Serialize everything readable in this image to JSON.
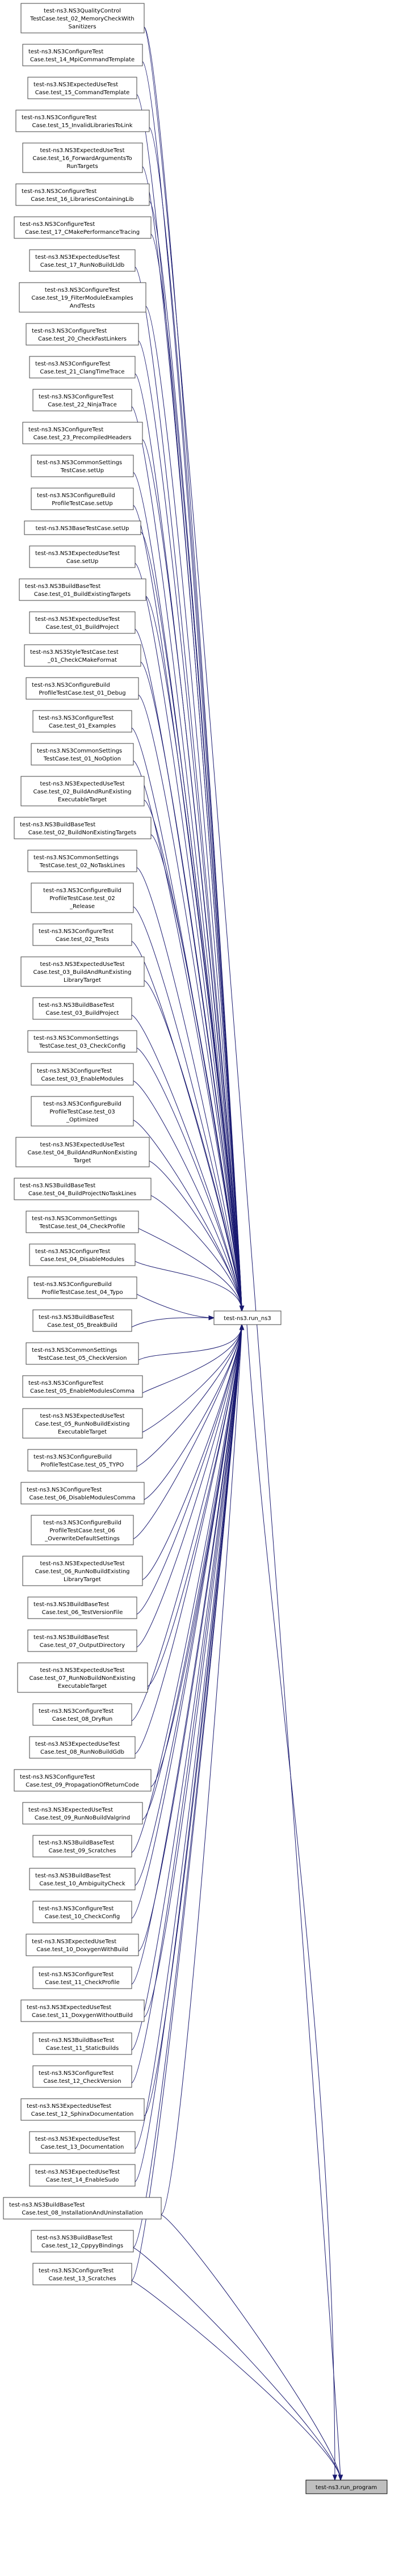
{
  "graph": {
    "edge_color": "#191970",
    "highlight_fill": "#bfbfbf",
    "hub": {
      "id": "run_ns3",
      "label": "test-ns3.run_ns3"
    },
    "target": {
      "id": "run_program",
      "label": "test-ns3.run_program"
    },
    "callers": [
      {
        "lines": [
          "test-ns3.NS3QualityControl",
          "TestCase.test_02_MemoryCheckWith",
          "Sanitizers"
        ],
        "calls": [
          "run_ns3",
          "run_program"
        ]
      },
      {
        "lines": [
          "test-ns3.NS3ConfigureTest",
          "Case.test_14_MpiCommandTemplate"
        ],
        "calls": [
          "run_ns3"
        ]
      },
      {
        "lines": [
          "test-ns3.NS3ExpectedUseTest",
          "Case.test_15_CommandTemplate"
        ],
        "calls": [
          "run_ns3"
        ]
      },
      {
        "lines": [
          "test-ns3.NS3ConfigureTest",
          "Case.test_15_InvalidLibrariesToLink"
        ],
        "calls": [
          "run_ns3"
        ]
      },
      {
        "lines": [
          "test-ns3.NS3ExpectedUseTest",
          "Case.test_16_ForwardArgumentsTo",
          "RunTargets"
        ],
        "calls": [
          "run_ns3"
        ]
      },
      {
        "lines": [
          "test-ns3.NS3ConfigureTest",
          "Case.test_16_LibrariesContainingLib"
        ],
        "calls": [
          "run_ns3"
        ]
      },
      {
        "lines": [
          "test-ns3.NS3ConfigureTest",
          "Case.test_17_CMakePerformanceTracing"
        ],
        "calls": [
          "run_ns3"
        ]
      },
      {
        "lines": [
          "test-ns3.NS3ExpectedUseTest",
          "Case.test_17_RunNoBuildLldb"
        ],
        "calls": [
          "run_ns3"
        ]
      },
      {
        "lines": [
          "test-ns3.NS3ConfigureTest",
          "Case.test_19_FilterModuleExamples",
          "AndTests"
        ],
        "calls": [
          "run_ns3"
        ]
      },
      {
        "lines": [
          "test-ns3.NS3ConfigureTest",
          "Case.test_20_CheckFastLinkers"
        ],
        "calls": [
          "run_ns3"
        ]
      },
      {
        "lines": [
          "test-ns3.NS3ConfigureTest",
          "Case.test_21_ClangTimeTrace"
        ],
        "calls": [
          "run_ns3"
        ]
      },
      {
        "lines": [
          "test-ns3.NS3ConfigureTest",
          "Case.test_22_NinjaTrace"
        ],
        "calls": [
          "run_ns3"
        ]
      },
      {
        "lines": [
          "test-ns3.NS3ConfigureTest",
          "Case.test_23_PrecompiledHeaders"
        ],
        "calls": [
          "run_ns3"
        ]
      },
      {
        "lines": [
          "test-ns3.NS3CommonSettings",
          "TestCase.setUp"
        ],
        "calls": [
          "run_ns3"
        ]
      },
      {
        "lines": [
          "test-ns3.NS3ConfigureBuild",
          "ProfileTestCase.setUp"
        ],
        "calls": [
          "run_ns3"
        ]
      },
      {
        "lines": [
          "test-ns3.NS3BaseTestCase.setUp"
        ],
        "calls": [
          "run_ns3"
        ]
      },
      {
        "lines": [
          "test-ns3.NS3ExpectedUseTest",
          "Case.setUp"
        ],
        "calls": [
          "run_ns3"
        ]
      },
      {
        "lines": [
          "test-ns3.NS3BuildBaseTest",
          "Case.test_01_BuildExistingTargets"
        ],
        "calls": [
          "run_ns3"
        ]
      },
      {
        "lines": [
          "test-ns3.NS3ExpectedUseTest",
          "Case.test_01_BuildProject"
        ],
        "calls": [
          "run_ns3"
        ]
      },
      {
        "lines": [
          "test-ns3.NS3StyleTestCase.test",
          "_01_CheckCMakeFormat"
        ],
        "calls": [
          "run_ns3"
        ]
      },
      {
        "lines": [
          "test-ns3.NS3ConfigureBuild",
          "ProfileTestCase.test_01_Debug"
        ],
        "calls": [
          "run_ns3"
        ]
      },
      {
        "lines": [
          "test-ns3.NS3ConfigureTest",
          "Case.test_01_Examples"
        ],
        "calls": [
          "run_ns3"
        ]
      },
      {
        "lines": [
          "test-ns3.NS3CommonSettings",
          "TestCase.test_01_NoOption"
        ],
        "calls": [
          "run_ns3"
        ]
      },
      {
        "lines": [
          "test-ns3.NS3ExpectedUseTest",
          "Case.test_02_BuildAndRunExisting",
          "ExecutableTarget"
        ],
        "calls": [
          "run_ns3"
        ]
      },
      {
        "lines": [
          "test-ns3.NS3BuildBaseTest",
          "Case.test_02_BuildNonExistingTargets"
        ],
        "calls": [
          "run_ns3"
        ]
      },
      {
        "lines": [
          "test-ns3.NS3CommonSettings",
          "TestCase.test_02_NoTaskLines"
        ],
        "calls": [
          "run_ns3"
        ]
      },
      {
        "lines": [
          "test-ns3.NS3ConfigureBuild",
          "ProfileTestCase.test_02",
          "_Release"
        ],
        "calls": [
          "run_ns3"
        ]
      },
      {
        "lines": [
          "test-ns3.NS3ConfigureTest",
          "Case.test_02_Tests"
        ],
        "calls": [
          "run_ns3"
        ]
      },
      {
        "lines": [
          "test-ns3.NS3ExpectedUseTest",
          "Case.test_03_BuildAndRunExisting",
          "LibraryTarget"
        ],
        "calls": [
          "run_ns3"
        ]
      },
      {
        "lines": [
          "test-ns3.NS3BuildBaseTest",
          "Case.test_03_BuildProject"
        ],
        "calls": [
          "run_ns3"
        ]
      },
      {
        "lines": [
          "test-ns3.NS3CommonSettings",
          "TestCase.test_03_CheckConfig"
        ],
        "calls": [
          "run_ns3"
        ]
      },
      {
        "lines": [
          "test-ns3.NS3ConfigureTest",
          "Case.test_03_EnableModules"
        ],
        "calls": [
          "run_ns3"
        ]
      },
      {
        "lines": [
          "test-ns3.NS3ConfigureBuild",
          "ProfileTestCase.test_03",
          "_Optimized"
        ],
        "calls": [
          "run_ns3"
        ]
      },
      {
        "lines": [
          "test-ns3.NS3ExpectedUseTest",
          "Case.test_04_BuildAndRunNonExisting",
          "Target"
        ],
        "calls": [
          "run_ns3"
        ]
      },
      {
        "lines": [
          "test-ns3.NS3BuildBaseTest",
          "Case.test_04_BuildProjectNoTaskLines"
        ],
        "calls": [
          "run_ns3"
        ]
      },
      {
        "lines": [
          "test-ns3.NS3CommonSettings",
          "TestCase.test_04_CheckProfile"
        ],
        "calls": [
          "run_ns3"
        ]
      },
      {
        "lines": [
          "test-ns3.NS3ConfigureTest",
          "Case.test_04_DisableModules"
        ],
        "calls": [
          "run_ns3"
        ]
      },
      {
        "lines": [
          "test-ns3.NS3ConfigureBuild",
          "ProfileTestCase.test_04_Typo"
        ],
        "calls": [
          "run_ns3"
        ]
      },
      {
        "lines": [
          "test-ns3.NS3BuildBaseTest",
          "Case.test_05_BreakBuild"
        ],
        "calls": [
          "run_ns3"
        ]
      },
      {
        "lines": [
          "test-ns3.NS3CommonSettings",
          "TestCase.test_05_CheckVersion"
        ],
        "calls": [
          "run_ns3"
        ]
      },
      {
        "lines": [
          "test-ns3.NS3ConfigureTest",
          "Case.test_05_EnableModulesComma"
        ],
        "calls": [
          "run_ns3"
        ]
      },
      {
        "lines": [
          "test-ns3.NS3ExpectedUseTest",
          "Case.test_05_RunNoBuildExisting",
          "ExecutableTarget"
        ],
        "calls": [
          "run_ns3"
        ]
      },
      {
        "lines": [
          "test-ns3.NS3ConfigureBuild",
          "ProfileTestCase.test_05_TYPO"
        ],
        "calls": [
          "run_ns3"
        ]
      },
      {
        "lines": [
          "test-ns3.NS3ConfigureTest",
          "Case.test_06_DisableModulesComma"
        ],
        "calls": [
          "run_ns3"
        ]
      },
      {
        "lines": [
          "test-ns3.NS3ConfigureBuild",
          "ProfileTestCase.test_06",
          "_OverwriteDefaultSettings"
        ],
        "calls": [
          "run_ns3"
        ]
      },
      {
        "lines": [
          "test-ns3.NS3ExpectedUseTest",
          "Case.test_06_RunNoBuildExisting",
          "LibraryTarget"
        ],
        "calls": [
          "run_ns3"
        ]
      },
      {
        "lines": [
          "test-ns3.NS3BuildBaseTest",
          "Case.test_06_TestVersionFile"
        ],
        "calls": [
          "run_ns3"
        ]
      },
      {
        "lines": [
          "test-ns3.NS3BuildBaseTest",
          "Case.test_07_OutputDirectory"
        ],
        "calls": [
          "run_ns3"
        ]
      },
      {
        "lines": [
          "test-ns3.NS3ExpectedUseTest",
          "Case.test_07_RunNoBuildNonExisting",
          "ExecutableTarget"
        ],
        "calls": [
          "run_ns3"
        ]
      },
      {
        "lines": [
          "test-ns3.NS3ConfigureTest",
          "Case.test_08_DryRun"
        ],
        "calls": [
          "run_ns3"
        ]
      },
      {
        "lines": [
          "test-ns3.NS3ExpectedUseTest",
          "Case.test_08_RunNoBuildGdb"
        ],
        "calls": [
          "run_ns3"
        ]
      },
      {
        "lines": [
          "test-ns3.NS3ConfigureTest",
          "Case.test_09_PropagationOfReturnCode"
        ],
        "calls": [
          "run_ns3"
        ]
      },
      {
        "lines": [
          "test-ns3.NS3ExpectedUseTest",
          "Case.test_09_RunNoBuildValgrind"
        ],
        "calls": [
          "run_ns3"
        ]
      },
      {
        "lines": [
          "test-ns3.NS3BuildBaseTest",
          "Case.test_09_Scratches"
        ],
        "calls": [
          "run_ns3"
        ]
      },
      {
        "lines": [
          "test-ns3.NS3BuildBaseTest",
          "Case.test_10_AmbiguityCheck"
        ],
        "calls": [
          "run_ns3"
        ]
      },
      {
        "lines": [
          "test-ns3.NS3ConfigureTest",
          "Case.test_10_CheckConfig"
        ],
        "calls": [
          "run_ns3"
        ]
      },
      {
        "lines": [
          "test-ns3.NS3ExpectedUseTest",
          "Case.test_10_DoxygenWithBuild"
        ],
        "calls": [
          "run_ns3"
        ]
      },
      {
        "lines": [
          "test-ns3.NS3ConfigureTest",
          "Case.test_11_CheckProfile"
        ],
        "calls": [
          "run_ns3"
        ]
      },
      {
        "lines": [
          "test-ns3.NS3ExpectedUseTest",
          "Case.test_11_DoxygenWithoutBuild"
        ],
        "calls": [
          "run_ns3"
        ]
      },
      {
        "lines": [
          "test-ns3.NS3BuildBaseTest",
          "Case.test_11_StaticBuilds"
        ],
        "calls": [
          "run_ns3"
        ]
      },
      {
        "lines": [
          "test-ns3.NS3ConfigureTest",
          "Case.test_12_CheckVersion"
        ],
        "calls": [
          "run_ns3"
        ]
      },
      {
        "lines": [
          "test-ns3.NS3ExpectedUseTest",
          "Case.test_12_SphinxDocumentation"
        ],
        "calls": [
          "run_ns3"
        ]
      },
      {
        "lines": [
          "test-ns3.NS3ExpectedUseTest",
          "Case.test_13_Documentation"
        ],
        "calls": [
          "run_ns3"
        ]
      },
      {
        "lines": [
          "test-ns3.NS3ExpectedUseTest",
          "Case.test_14_EnableSudo"
        ],
        "calls": [
          "run_ns3"
        ]
      },
      {
        "lines": [
          "test-ns3.NS3BuildBaseTest",
          "Case.test_08_InstallationAndUninstallation"
        ],
        "calls": [
          "run_ns3",
          "run_program"
        ]
      },
      {
        "lines": [
          "test-ns3.NS3BuildBaseTest",
          "Case.test_12_CppyyBindings"
        ],
        "calls": [
          "run_ns3",
          "run_program"
        ]
      },
      {
        "lines": [
          "test-ns3.NS3ConfigureTest",
          "Case.test_13_Scratches"
        ],
        "calls": [
          "run_ns3",
          "run_program"
        ]
      }
    ]
  }
}
